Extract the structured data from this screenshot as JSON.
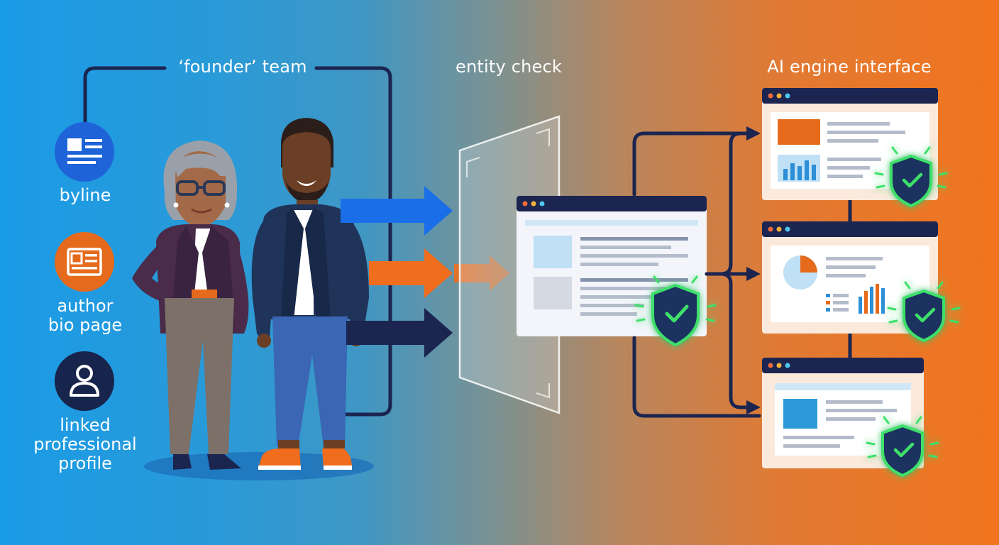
{
  "titles": {
    "team": "‘founder’ team",
    "check": "entity check",
    "engine": "AI engine interface"
  },
  "signals": [
    {
      "label": "byline",
      "icon": "news-article-icon",
      "color": "#1e63d8"
    },
    {
      "label": "author\nbio page",
      "icon": "id-card-icon",
      "color": "#e56a1c"
    },
    {
      "label": "linked\nprofessional\nprofile",
      "icon": "user-profile-icon",
      "color": "#17244b"
    }
  ],
  "colors": {
    "navy": "#1b2550",
    "blue_arrow": "#1a6fe8",
    "orange_arrow": "#f06d1e",
    "verified_green": "#3ee06a",
    "shield_fill": "#1d3360"
  }
}
